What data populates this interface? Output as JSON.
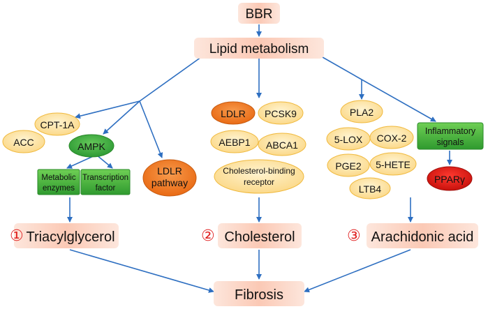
{
  "colors": {
    "arrow": "#2e6fc1",
    "peach_box": "#fbd5c5",
    "yellow_ellipse": "#fbe3a6",
    "yellow_border": "#f0b93d",
    "green_fill": "#4db848",
    "orange_fill": "#f07c22",
    "red_fill": "#e8201d",
    "red_number": "#e02020"
  },
  "nodes": {
    "bbr": "BBR",
    "lipid": "Lipid metabolism",
    "cpt1a": "CPT-1A",
    "acc": "ACC",
    "ampk": "AMPK",
    "metabolic_enzymes": [
      "Metabolic",
      "enzymes"
    ],
    "transcription_factor": [
      "Transcription",
      "factor"
    ],
    "ldlr_pathway": [
      "LDLR",
      "pathway"
    ],
    "ldlr": "LDLR",
    "pcsk9": "PCSK9",
    "aebp1": "AEBP1",
    "abca1": "ABCA1",
    "receptor": [
      "Cholesterol-binding",
      "receptor"
    ],
    "pla2": "PLA2",
    "lox5": "5-LOX",
    "cox2": "COX-2",
    "pge2": "PGE2",
    "hete5": "5-HETE",
    "ltb4": "LTB4",
    "inflammatory": [
      "Inflammatory",
      "signals"
    ],
    "ppar": "PPARγ",
    "triacyl": "Triacylglycerol",
    "cholesterol": "Cholesterol",
    "arachidonic": "Arachidonic acid",
    "fibrosis": "Fibrosis"
  },
  "numbers": {
    "n1": "①",
    "n2": "②",
    "n3": "③"
  }
}
